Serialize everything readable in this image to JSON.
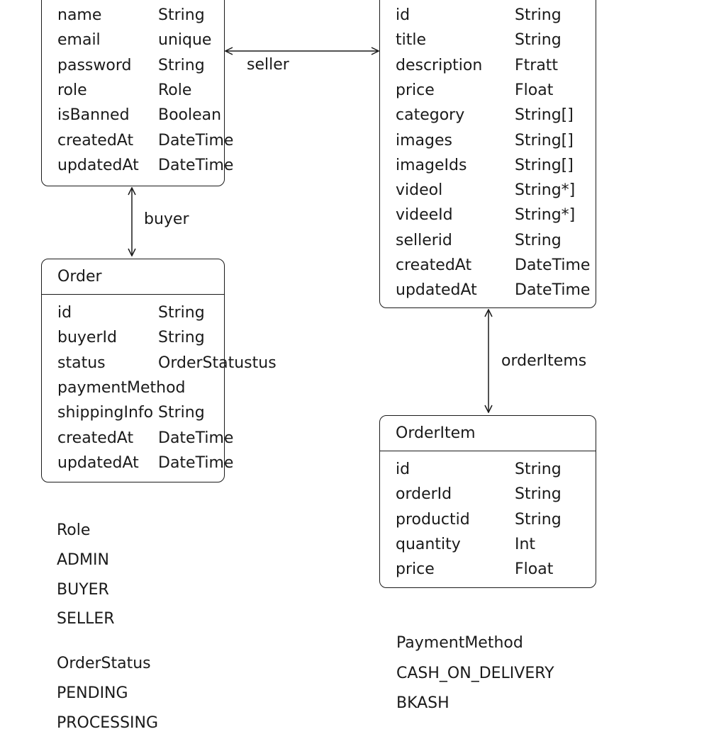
{
  "entities": {
    "user": {
      "title": "",
      "fields": [
        {
          "name": "name",
          "type": "String"
        },
        {
          "name": "email",
          "type": "unique"
        },
        {
          "name": "password",
          "type": "String"
        },
        {
          "name": "role",
          "type": "Role"
        },
        {
          "name": "isBanned",
          "type": "Boolean"
        },
        {
          "name": "createdAt",
          "type": "DateTime"
        },
        {
          "name": "updatedAt",
          "type": "DateTime"
        }
      ]
    },
    "product": {
      "title": "",
      "fields": [
        {
          "name": "id",
          "type": "String"
        },
        {
          "name": "title",
          "type": "String"
        },
        {
          "name": "description",
          "type": "Ftratt"
        },
        {
          "name": "price",
          "type": "Float"
        },
        {
          "name": "category",
          "type": "String[]"
        },
        {
          "name": "images",
          "type": "String[]"
        },
        {
          "name": "imageIds",
          "type": "String[]"
        },
        {
          "name": "videol",
          "type": "String*]"
        },
        {
          "name": "videeId",
          "type": "String*]"
        },
        {
          "name": "sellerid",
          "type": "String"
        },
        {
          "name": "createdAt",
          "type": "DateTime"
        },
        {
          "name": "updatedAt",
          "type": "DateTime"
        }
      ]
    },
    "order": {
      "title": "Order",
      "fields": [
        {
          "name": "id",
          "type": "String"
        },
        {
          "name": "buyerId",
          "type": "String"
        },
        {
          "name": "status",
          "type": "OrderStatustus"
        },
        {
          "name": "paymentMethod",
          "type": ""
        },
        {
          "name": "shippingInfo",
          "type": "String"
        },
        {
          "name": "createdAt",
          "type": "DateTime"
        },
        {
          "name": "updatedAt",
          "type": "DateTime"
        }
      ]
    },
    "order_item": {
      "title": "OrderItem",
      "fields": [
        {
          "name": "id",
          "type": "String"
        },
        {
          "name": "orderId",
          "type": "String"
        },
        {
          "name": "productid",
          "type": "String"
        },
        {
          "name": "quantity",
          "type": "Int"
        },
        {
          "name": "price",
          "type": "Float"
        }
      ]
    }
  },
  "relations": {
    "seller": "seller",
    "buyer": "buyer",
    "order_items": "orderItems"
  },
  "enums": {
    "role": {
      "name": "Role",
      "values": [
        "ADMIN",
        "BUYER",
        "SELLER"
      ]
    },
    "order_status": {
      "name": "OrderStatus",
      "values": [
        "PENDING",
        "PROCESSING"
      ]
    },
    "payment_method": {
      "name": "PaymentMethod",
      "values": [
        "CASH_ON_DELIVERY",
        "BKASH"
      ]
    }
  }
}
